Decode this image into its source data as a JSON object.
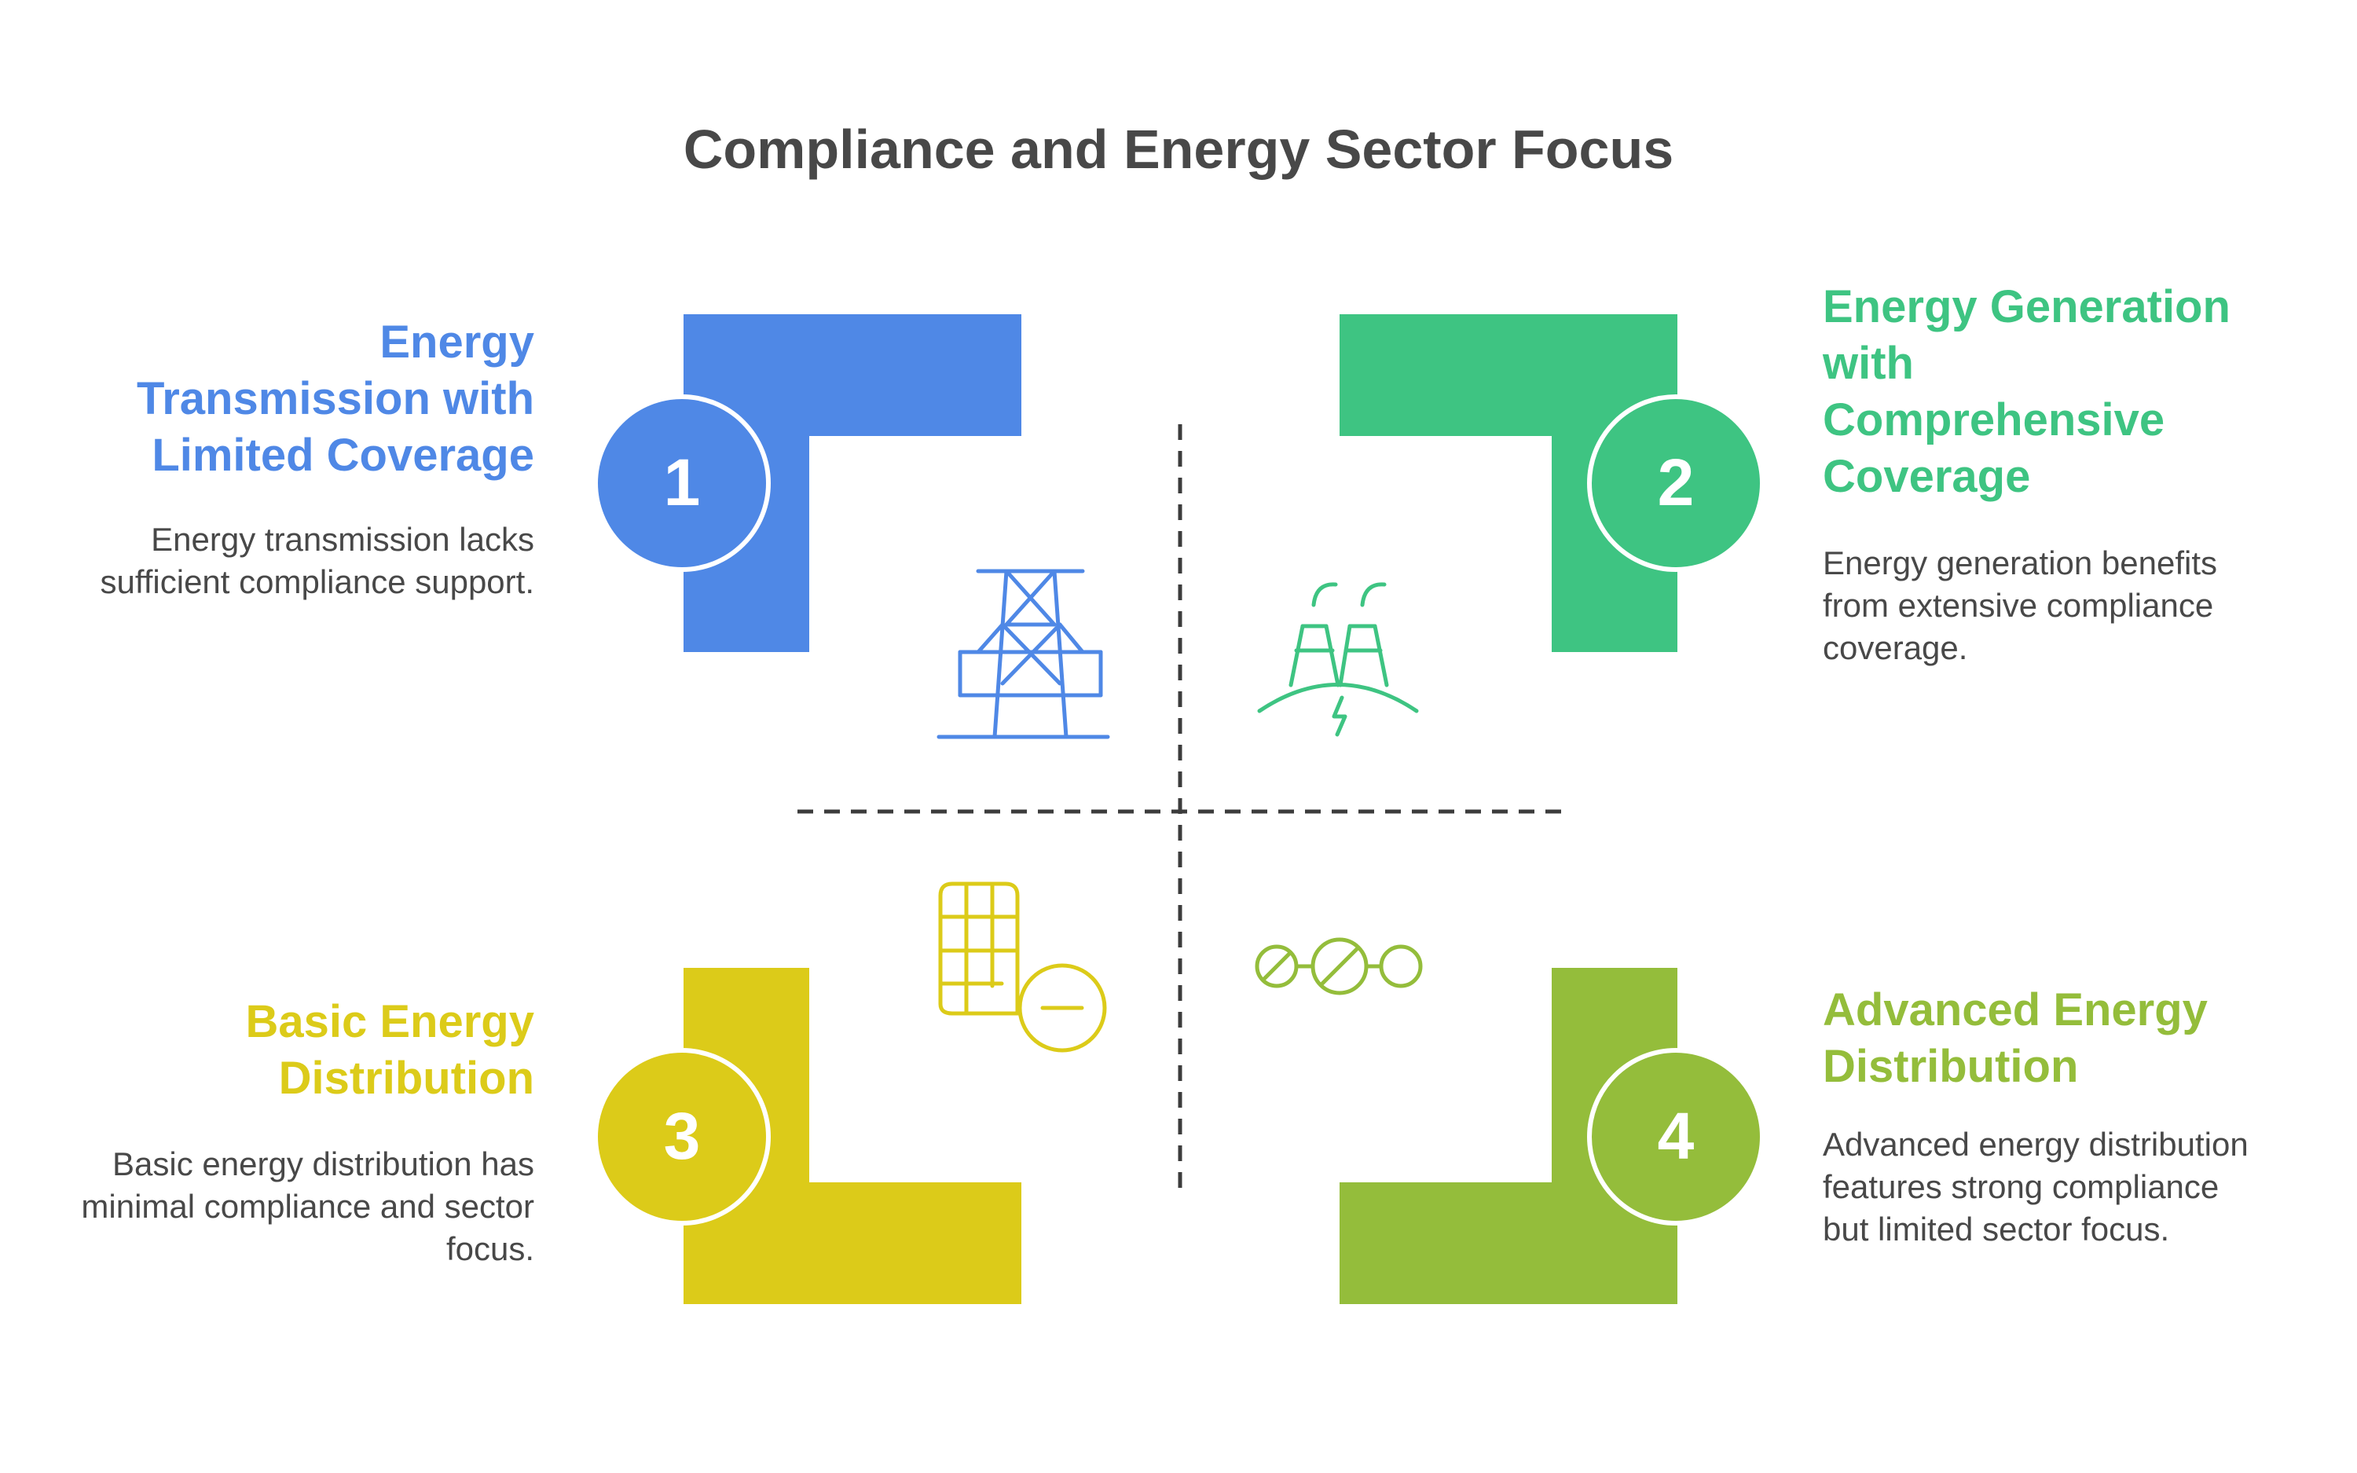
{
  "title": "Compliance and Energy Sector Focus",
  "quadrants": [
    {
      "number": "1",
      "heading": "Energy Transmission with Limited Coverage",
      "description": "Energy transmission lacks sufficient compliance support.",
      "color": "#4f88e6",
      "icon": "transmission-tower-icon"
    },
    {
      "number": "2",
      "heading": "Energy Generation with Comprehensive Coverage",
      "description": "Energy generation benefits from extensive compliance coverage.",
      "color": "#3ec482",
      "icon": "power-plant-icon"
    },
    {
      "number": "3",
      "heading": "Basic Energy Distribution",
      "description": "Basic energy distribution has minimal compliance and sector focus.",
      "color": "#dccb19",
      "icon": "grid-minus-icon"
    },
    {
      "number": "4",
      "heading": "Advanced Energy Distribution",
      "description": "Advanced energy distribution features strong compliance but limited sector focus.",
      "color": "#94bd3b",
      "icon": "connected-nodes-icon"
    }
  ]
}
